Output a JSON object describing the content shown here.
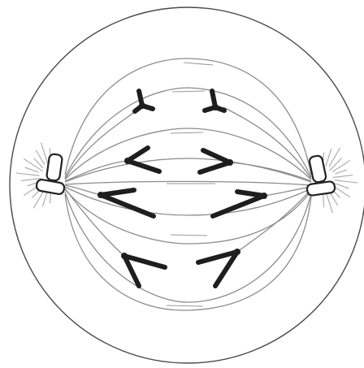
{
  "figure": {
    "kind": "mitotic-spindle-illustration",
    "labels": []
  },
  "colors": {
    "background": "#ffffff",
    "membrane": "#4a4a4a",
    "spindle_fibers": "#8c8c8c",
    "aster_rays": "#a8a8a8",
    "chromosomes": "#1e1e1e",
    "centrioles": "#222222"
  },
  "structure": {
    "spindle_poles": 2,
    "chromosomes_per_side": 4,
    "chromatids_per_chromosome": 2
  }
}
